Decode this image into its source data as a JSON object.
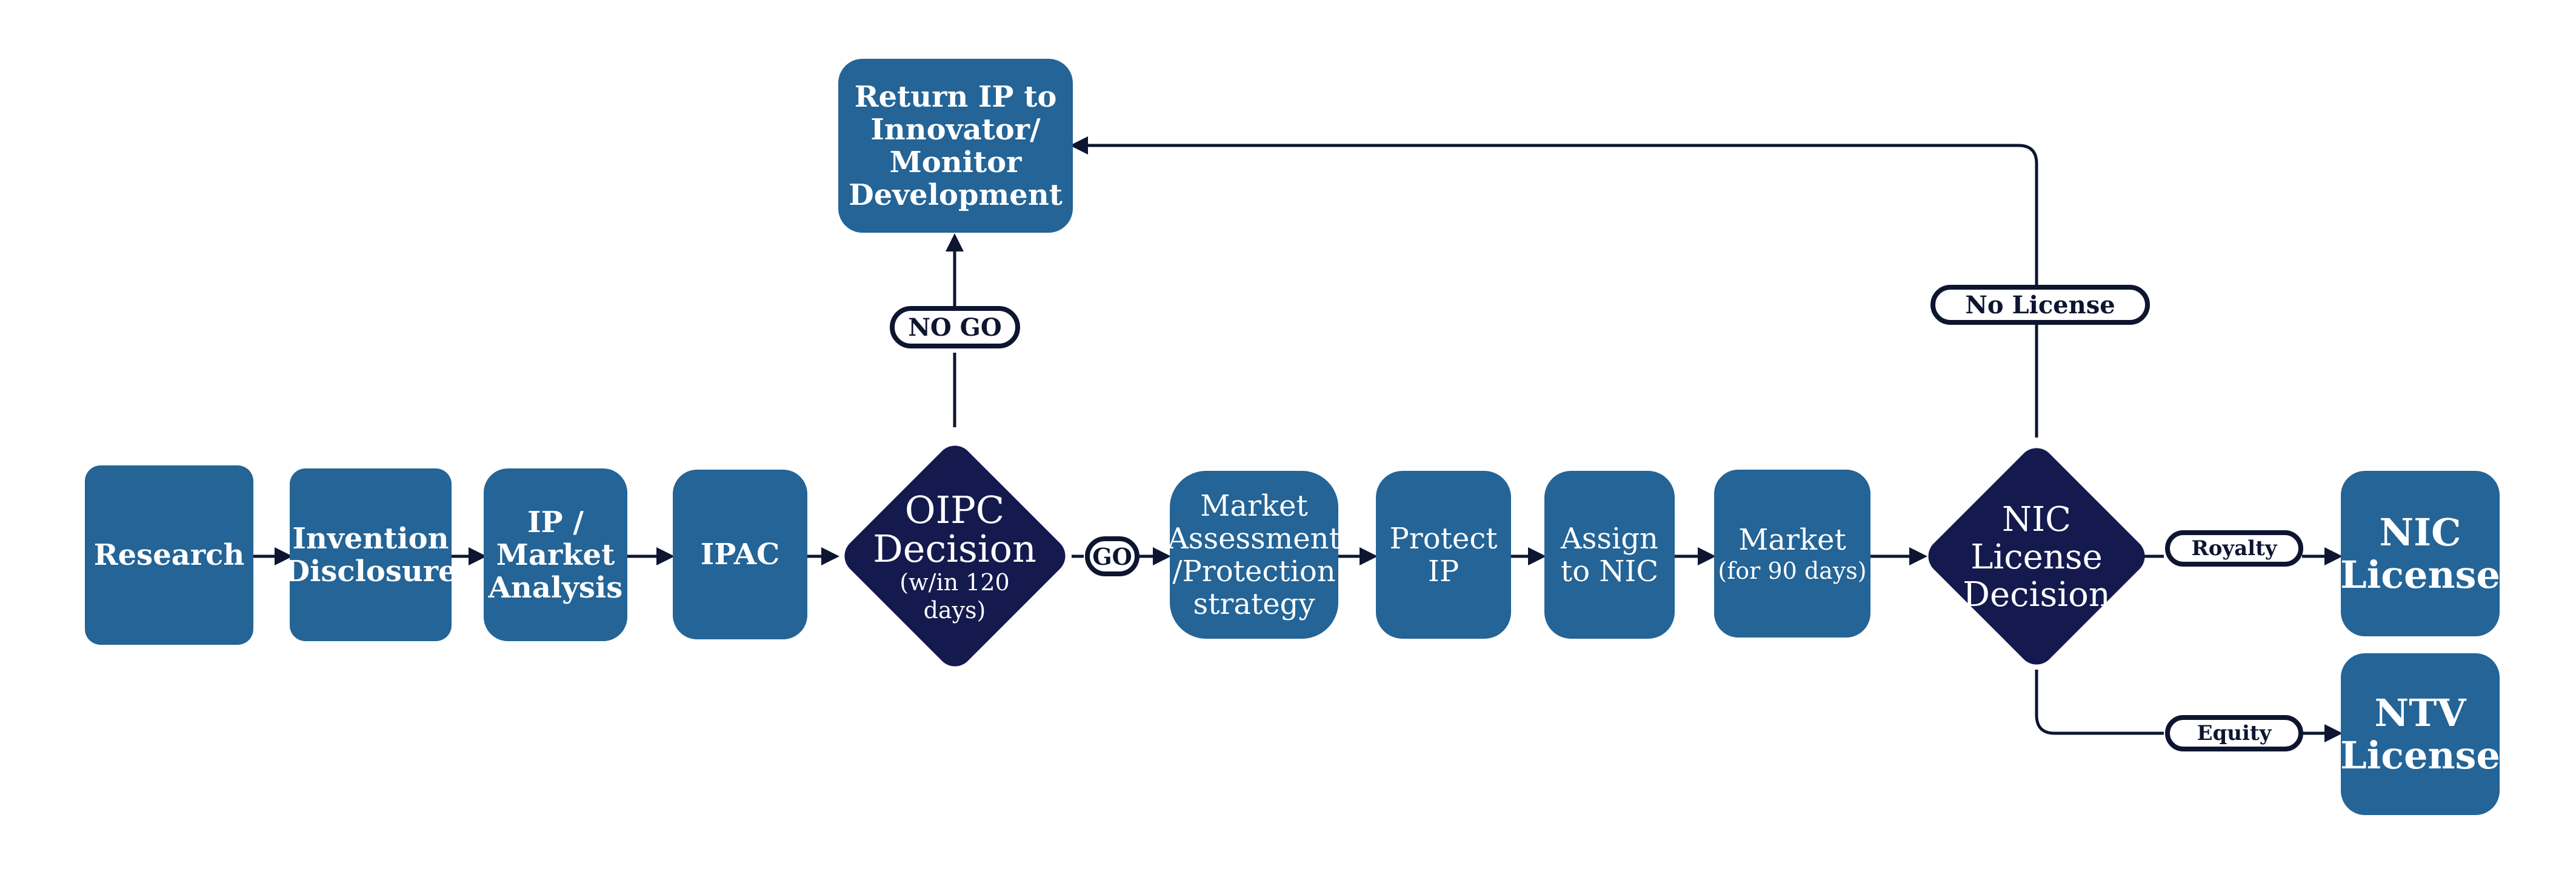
{
  "nodes": {
    "research": "Research",
    "invention_disclosure": [
      "Invention",
      "Disclosure"
    ],
    "ip_market_analysis": [
      "IP /",
      "Market",
      "Analysis"
    ],
    "ipac": "IPAC",
    "oipc_decision": {
      "title": [
        "OIPC",
        "Decision"
      ],
      "note": [
        "(w/in 120",
        "days)"
      ]
    },
    "return_ip": [
      "Return IP to",
      "Innovator/",
      "Monitor",
      "Development"
    ],
    "market_assessment": [
      "Market",
      "Assessment",
      "/Protection",
      "strategy"
    ],
    "protect_ip": [
      "Protect",
      "IP"
    ],
    "assign_to_nic": [
      "Assign",
      "to NIC"
    ],
    "market": {
      "title": "Market",
      "note": "(for 90 days)"
    },
    "nic_license_decision": [
      "NIC",
      "License",
      "Decision"
    ],
    "nic_license": [
      "NIC",
      "License"
    ],
    "ntv_license": [
      "NTV",
      "License"
    ]
  },
  "labels": {
    "no_go": "NO GO",
    "go": "GO",
    "no_license": "No License",
    "royalty": "Royalty",
    "equity": "Equity"
  },
  "colors": {
    "process_box": "#246496",
    "decision": "#141a4e",
    "connector": "#0d1530",
    "text_on_box": "#ffffff"
  }
}
